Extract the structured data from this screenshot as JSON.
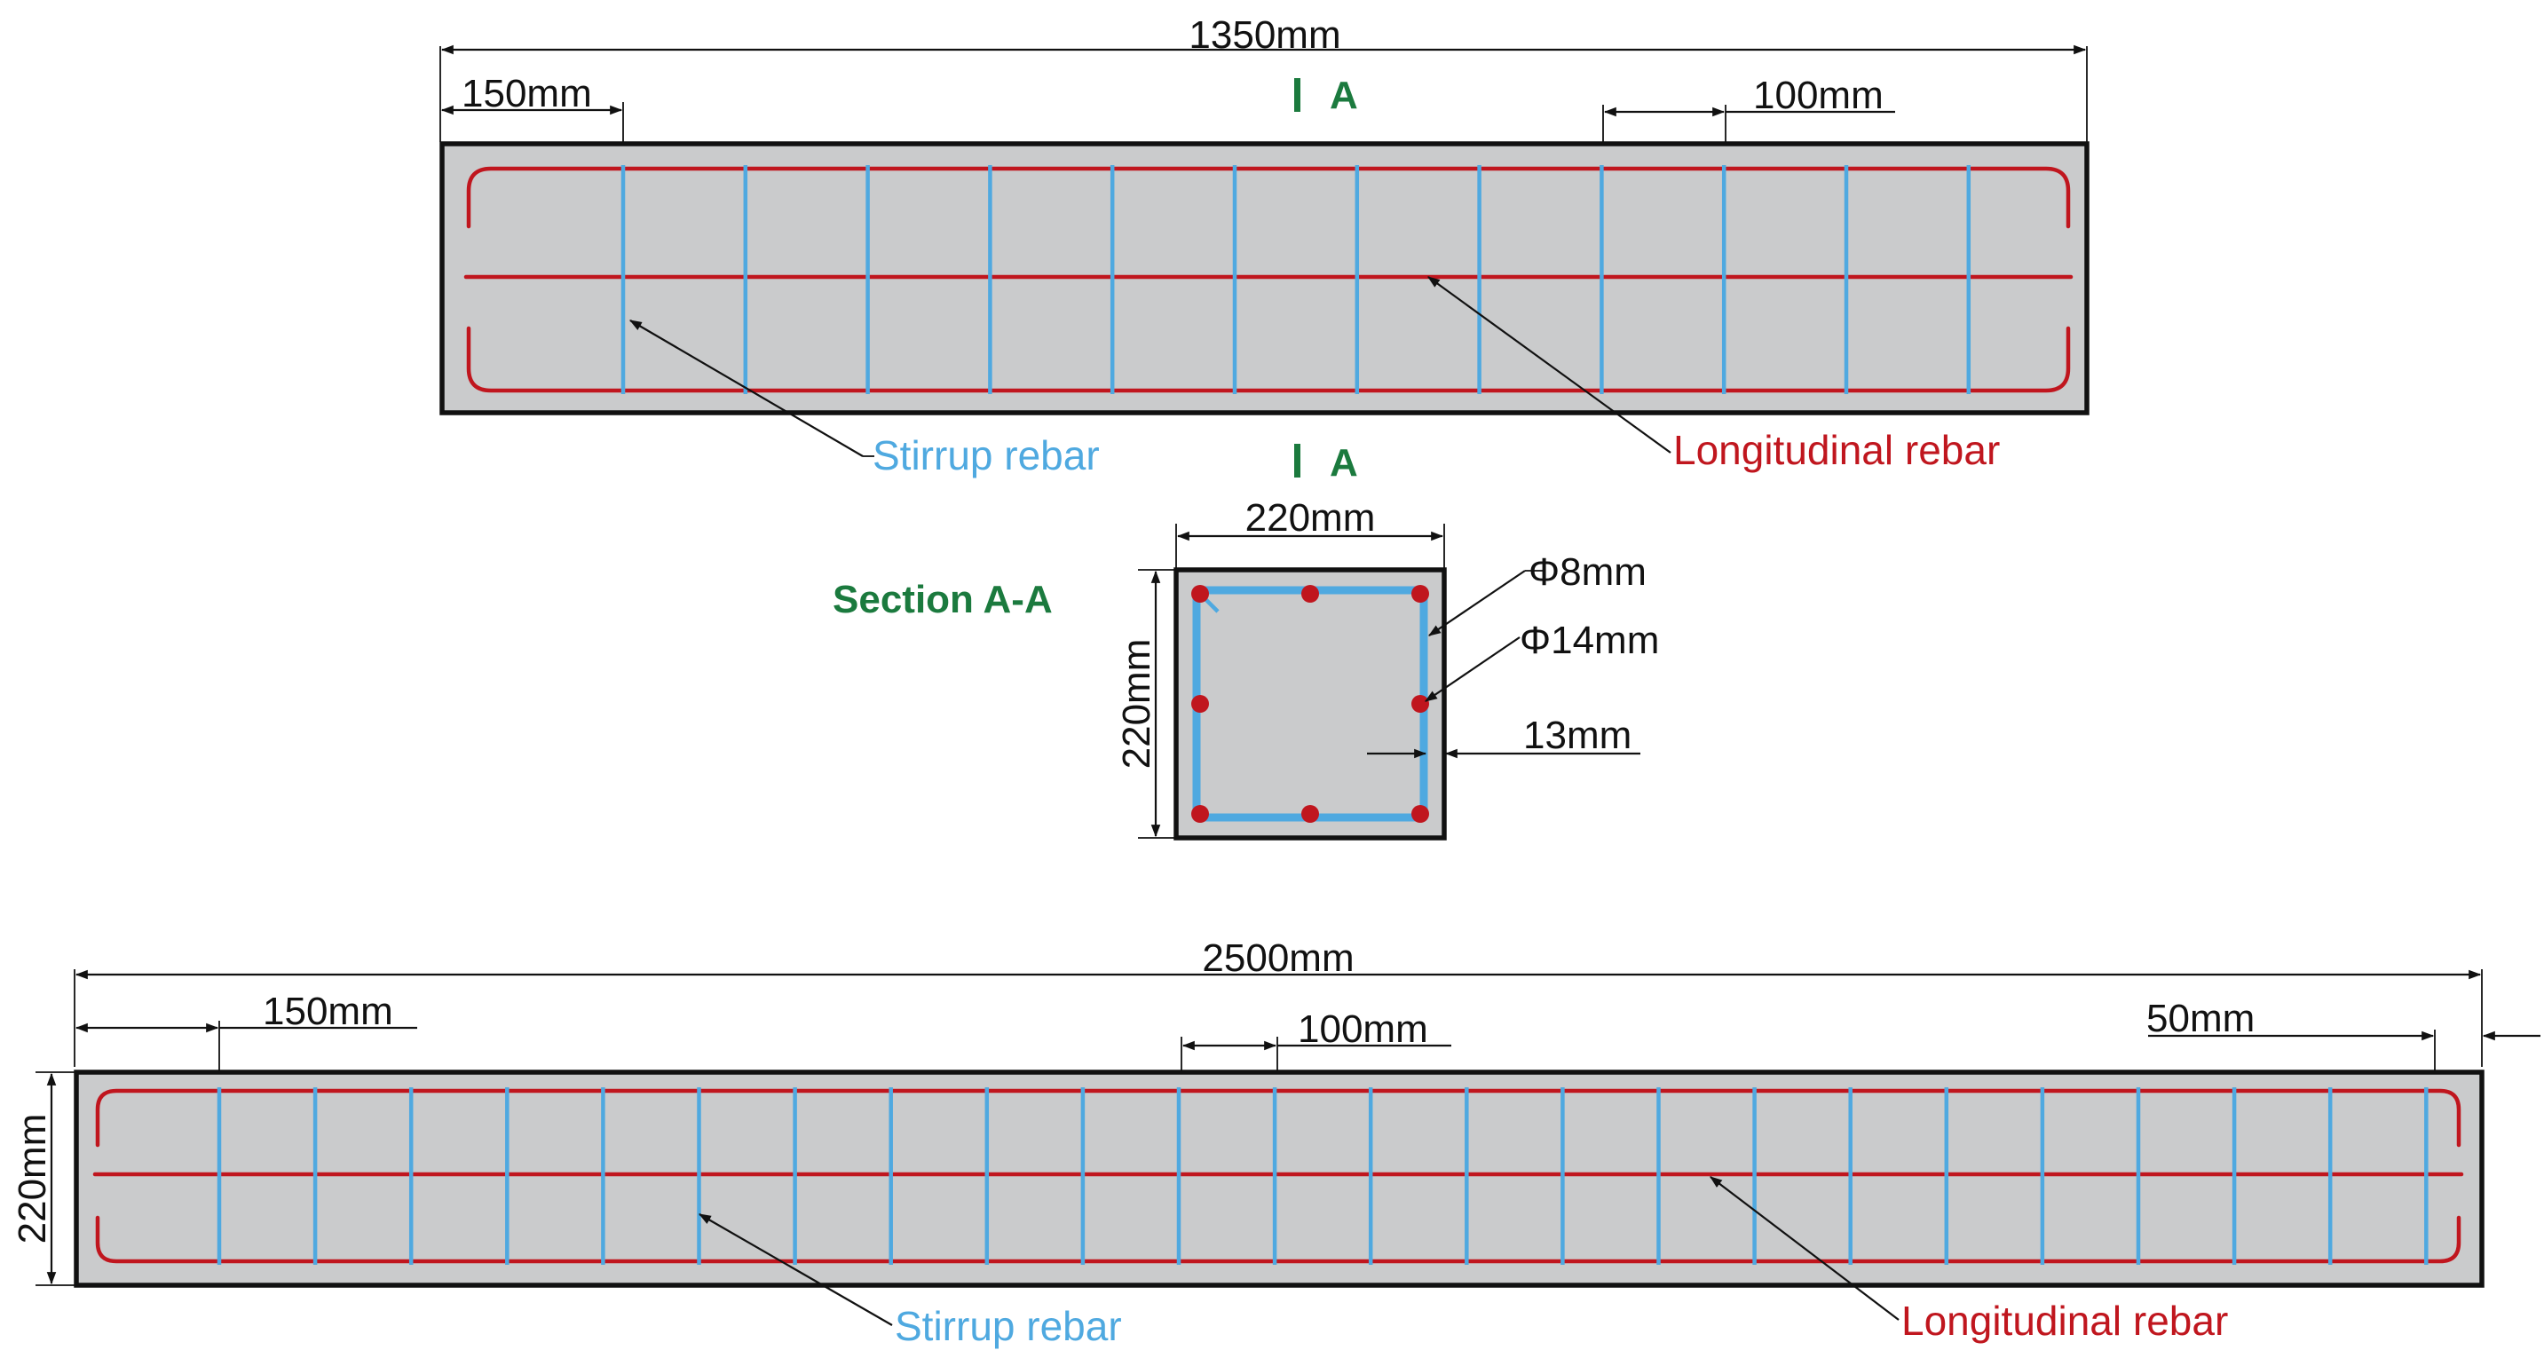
{
  "colors": {
    "concrete": "#cacbcc",
    "longitudinal_rebar": "#c0161e",
    "stirrup_rebar": "#4fa9e0",
    "section_label": "#1b7a3e"
  },
  "top_beam": {
    "length_label": "1350mm",
    "end_offset_label": "150mm",
    "spacing_label": "100mm",
    "cut_mark_top": "A",
    "cut_mark_bottom": "A",
    "stirrup_label": "Stirrup rebar",
    "longitudinal_label": "Longitudinal rebar"
  },
  "section": {
    "title": "Section A-A",
    "width_label": "220mm",
    "height_label": "220mm",
    "stirrup_dia_label": "Φ8mm",
    "rebar_dia_label": "Φ14mm",
    "cover_label": "13mm"
  },
  "bottom_beam": {
    "length_label": "2500mm",
    "end_offset_label": "150mm",
    "spacing_label": "100mm",
    "end_cover_label": "50mm",
    "height_label": "220mm",
    "stirrup_label": "Stirrup rebar",
    "longitudinal_label": "Longitudinal rebar"
  }
}
